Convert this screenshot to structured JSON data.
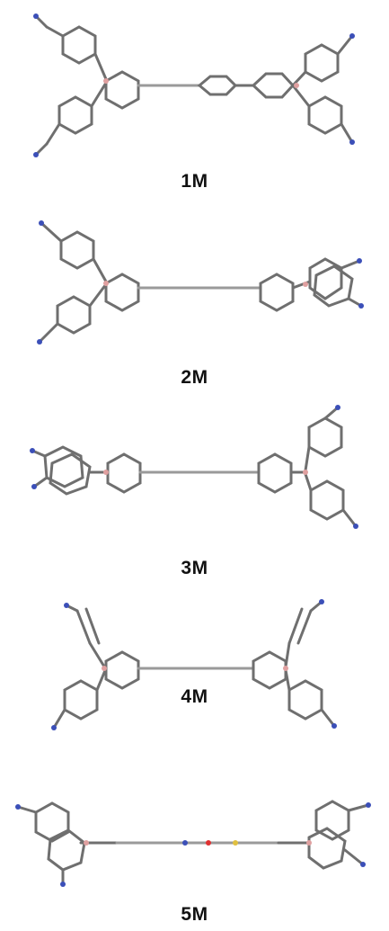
{
  "figure": {
    "labels": [
      "1M",
      "2M",
      "3M",
      "4M",
      "5M"
    ]
  },
  "colors": {
    "bond": "#6f6f6f",
    "bond_light": "#b5b5b5",
    "nitrogen": "#3b4fb8",
    "boron": "#e0a0a0",
    "oxygen": "#e03030",
    "sulfur": "#e0c040"
  }
}
